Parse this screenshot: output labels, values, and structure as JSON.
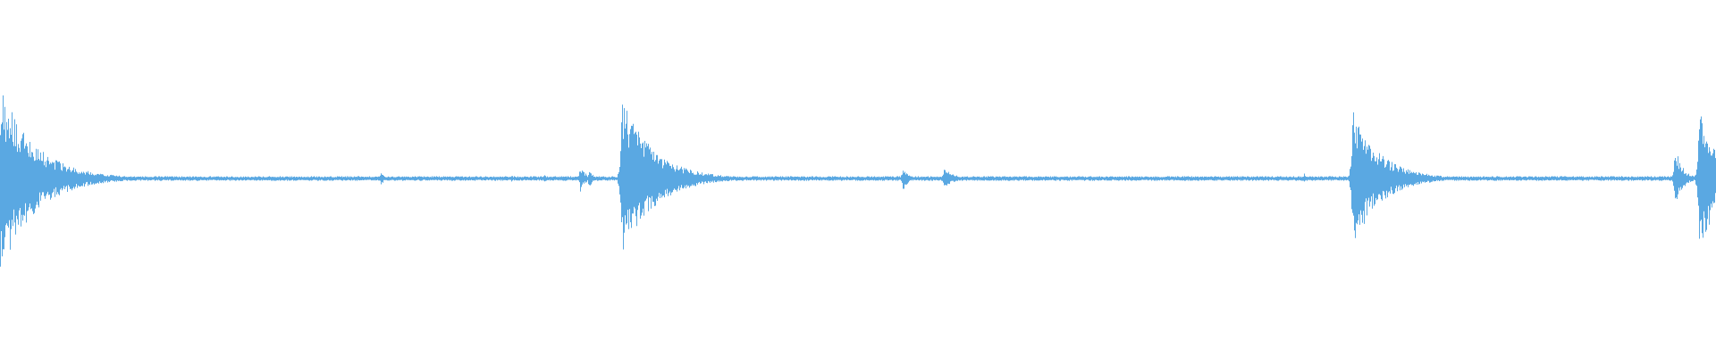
{
  "waveform": {
    "color": "#5aa8e2",
    "amplitude_range": [
      -1,
      1
    ],
    "baseline_amplitude": 0.02,
    "bursts": [
      {
        "time": 0.0,
        "peak_amplitude": 0.82,
        "decay": 0.02,
        "kind": "transient"
      },
      {
        "time": 0.222,
        "peak_amplitude": 0.06,
        "decay": 0.002,
        "kind": "blip"
      },
      {
        "time": 0.298,
        "peak_amplitude": 0.03,
        "decay": 0.002,
        "kind": "blip"
      },
      {
        "time": 0.317,
        "peak_amplitude": 0.04,
        "decay": 0.002,
        "kind": "blip"
      },
      {
        "time": 0.338,
        "peak_amplitude": 0.12,
        "decay": 0.003,
        "kind": "blip"
      },
      {
        "time": 0.343,
        "peak_amplitude": 0.08,
        "decay": 0.003,
        "kind": "blip"
      },
      {
        "time": 0.362,
        "peak_amplitude": 0.72,
        "decay": 0.018,
        "kind": "transient"
      },
      {
        "time": 0.526,
        "peak_amplitude": 0.11,
        "decay": 0.003,
        "kind": "blip"
      },
      {
        "time": 0.55,
        "peak_amplitude": 0.09,
        "decay": 0.006,
        "kind": "blip"
      },
      {
        "time": 0.744,
        "peak_amplitude": 0.04,
        "decay": 0.002,
        "kind": "blip"
      },
      {
        "time": 0.76,
        "peak_amplitude": 0.05,
        "decay": 0.002,
        "kind": "blip"
      },
      {
        "time": 0.788,
        "peak_amplitude": 0.6,
        "decay": 0.016,
        "kind": "transient"
      },
      {
        "time": 0.945,
        "peak_amplitude": 0.03,
        "decay": 0.002,
        "kind": "blip"
      },
      {
        "time": 0.976,
        "peak_amplitude": 0.3,
        "decay": 0.004,
        "kind": "blip"
      },
      {
        "time": 0.99,
        "peak_amplitude": 0.72,
        "decay": 0.01,
        "kind": "transient"
      }
    ]
  }
}
